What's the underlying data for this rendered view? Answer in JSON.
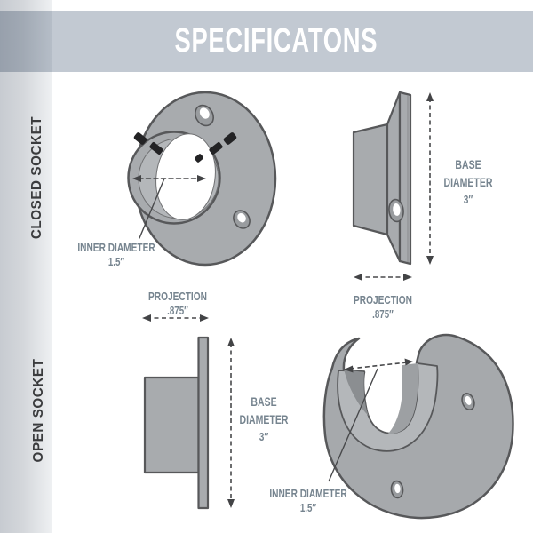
{
  "title": "SPECIFICATONS",
  "sidebar": {
    "closed_label": "CLOSED SOCKET",
    "open_label": "OPEN SOCKET"
  },
  "closed_socket": {
    "front": {
      "inner_diameter_label": "INNER DIAMETER",
      "inner_diameter_value": "1.5″"
    },
    "side": {
      "base_line1": "BASE",
      "base_line2": "DIAMETER",
      "base_value": "3″",
      "projection_label": "PROJECTION",
      "projection_value": ".875″"
    }
  },
  "open_socket": {
    "side": {
      "projection_label": "PROJECTION",
      "projection_value": ".875″",
      "base_line1": "BASE",
      "base_line2": "DIAMETER",
      "base_value": "3″"
    },
    "front": {
      "inner_diameter_label": "INNER DIAMETER",
      "inner_diameter_value": "1.5″"
    }
  },
  "colors": {
    "banner": "#c2c9d2",
    "banner_text": "#ffffff",
    "sidebar_text": "#3b3c3e",
    "dimension_text": "#76848f",
    "part_fill": "#a8abae",
    "part_fill_light": "#b4b7ba",
    "part_outline": "#57585a",
    "screw_black": "#232325",
    "arrow": "#48494b"
  }
}
